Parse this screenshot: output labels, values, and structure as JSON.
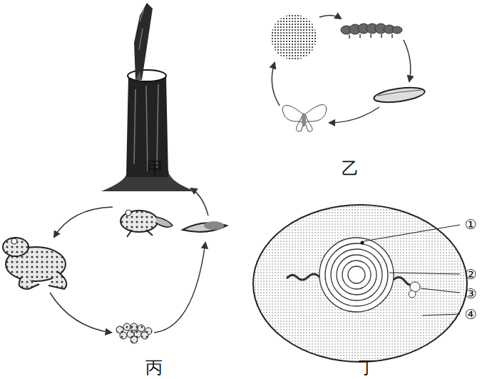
{
  "diagram": {
    "labels": [
      "甲",
      "乙",
      "丙",
      "丁",
      "①",
      "②",
      "③",
      "④"
    ]
  }
}
